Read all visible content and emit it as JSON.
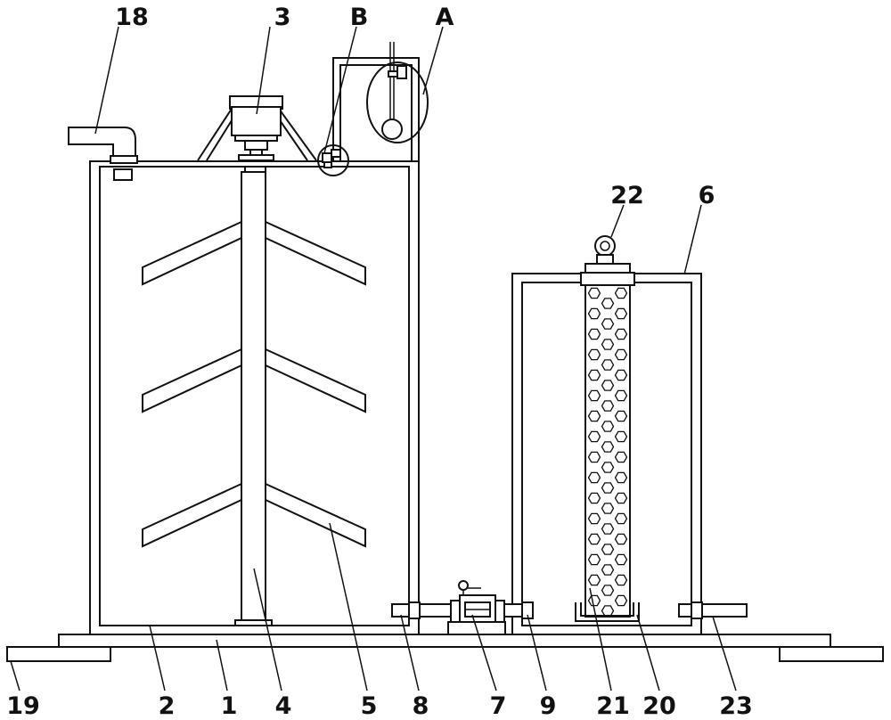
{
  "labels": {
    "l18": "18",
    "l3": "3",
    "lB": "B",
    "lA": "A",
    "l22": "22",
    "l6": "6",
    "l19": "19",
    "l2": "2",
    "l1": "1",
    "l4": "4",
    "l5": "5",
    "l8": "8",
    "l7": "7",
    "l9": "9",
    "l21": "21",
    "l20": "20",
    "l23": "23"
  }
}
